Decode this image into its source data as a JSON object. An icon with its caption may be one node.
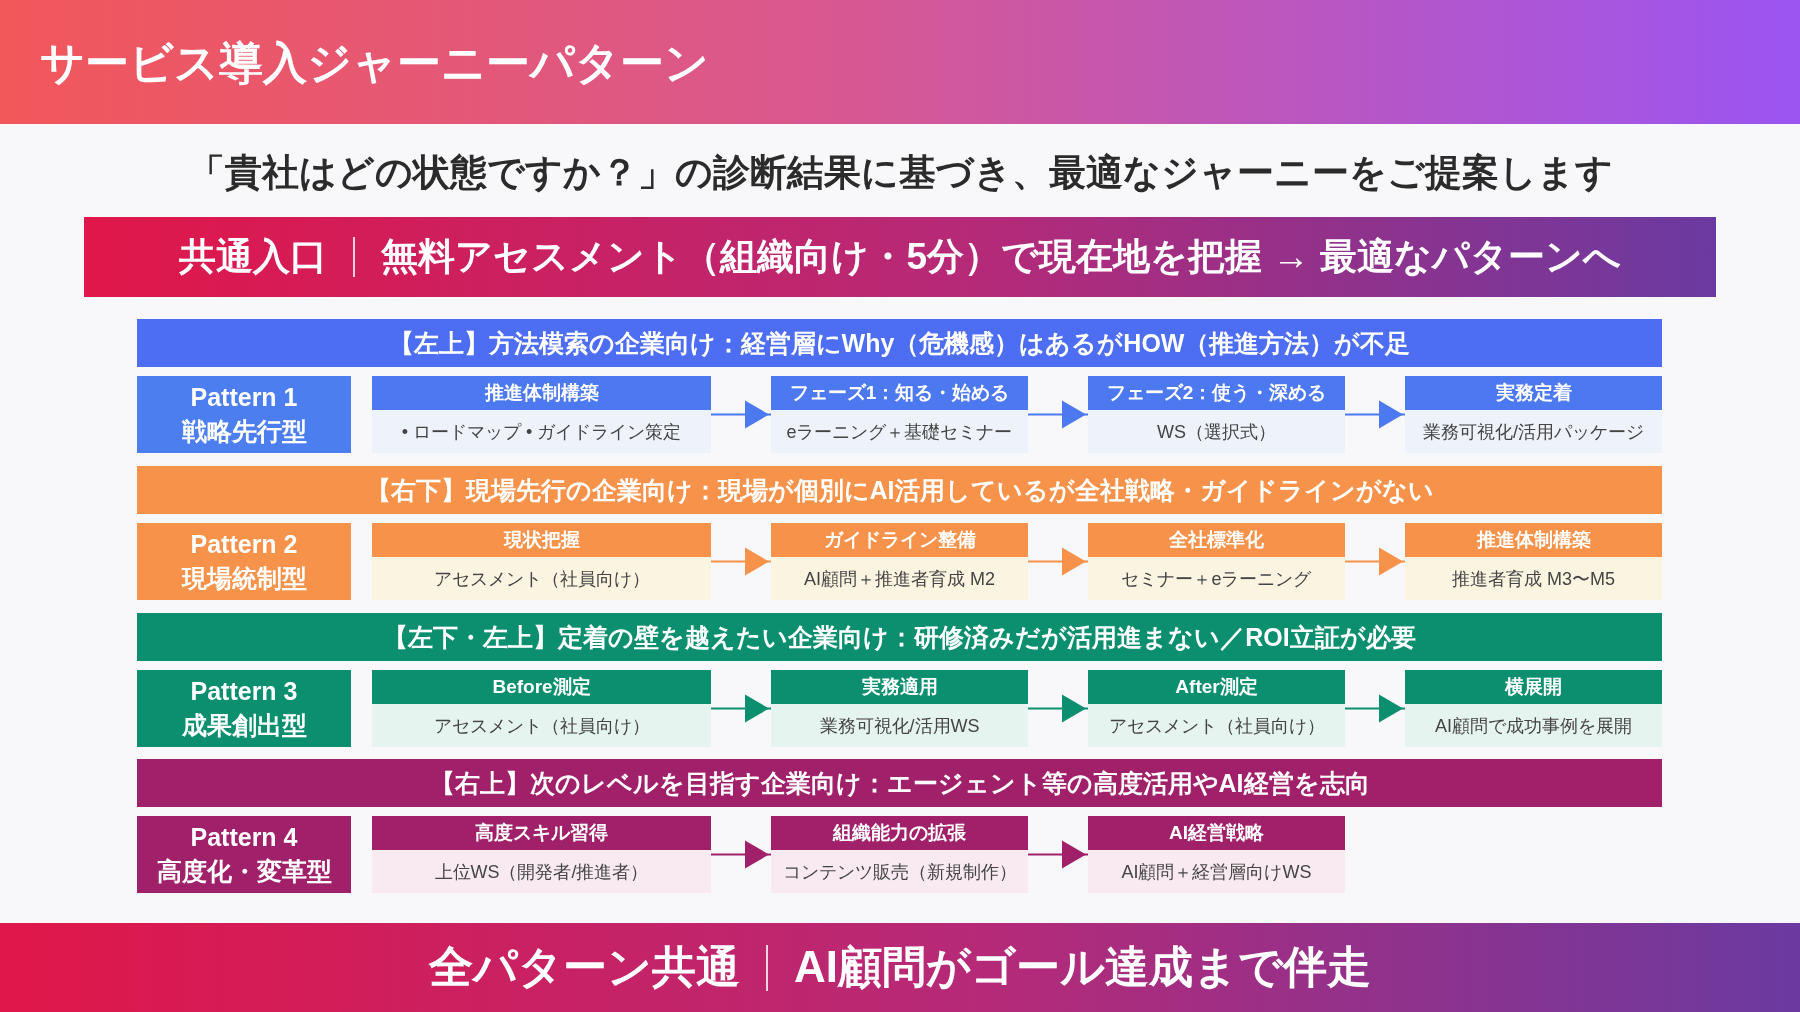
{
  "diagram": {
    "title": "サービス導入ジャーニーパターン",
    "nodes": [
      {
        "text": [
          "共通入口",
          "無料アセスメント（組織向け・5分）で現在地を把握 → 最適なパターンへ"
        ]
      },
      {
        "text": [
          "【左上】方法模索の企業向け：経営層にWhy（危機感）はあるがHOW（推進方法）が不足"
        ]
      },
      {
        "text": [
          "Pattern 1",
          "戦略先行型"
        ]
      },
      {
        "text": [
          "推進体制構築",
          "• ロードマップ • ガイドライン策定"
        ]
      },
      {
        "text": [
          "フェーズ1：知る・始める",
          "eラーニング＋基礎セミナー"
        ]
      },
      {
        "text": [
          "フェーズ2：使う・深める",
          "WS（選択式）"
        ]
      },
      {
        "text": [
          "実務定着",
          "業務可視化/活用パッケージ"
        ]
      },
      {
        "text": [
          "【右下】現場先行の企業向け：現場が個別にAI活用しているが全社戦略・ガイドラインがない"
        ]
      },
      {
        "text": [
          "Pattern 2",
          "現場統制型"
        ]
      },
      {
        "text": [
          "現状把握",
          "アセスメント（社員向け）"
        ]
      },
      {
        "text": [
          "ガイドライン整備",
          "AI顧問＋推進者育成 M2"
        ]
      },
      {
        "text": [
          "全社標準化",
          "セミナー＋eラーニング"
        ]
      },
      {
        "text": [
          "推進体制構築",
          "推進者育成 M3〜M5"
        ]
      },
      {
        "text": [
          "【左下・左上】定着の壁を越えたい企業向け：研修済みだが活用進まない／ROI立証が必要"
        ]
      },
      {
        "text": [
          "Pattern 3",
          "成果創出型"
        ]
      },
      {
        "text": [
          "Before測定",
          "アセスメント（社員向け）"
        ]
      },
      {
        "text": [
          "実務適用",
          "業務可視化/活用WS"
        ]
      },
      {
        "text": [
          "After測定",
          "アセスメント（社員向け）"
        ]
      },
      {
        "text": [
          "横展開",
          "AI顧問で成功事例を展開"
        ]
      },
      {
        "text": [
          "【右上】次のレベルを目指す企業向け：エージェント等の高度活用やAI経営を志向"
        ]
      },
      {
        "text": [
          "Pattern 4",
          "高度化・変革型"
        ]
      },
      {
        "text": [
          "高度スキル習得",
          "上位WS（開発者/推進者）"
        ]
      },
      {
        "text": [
          "組織能力の拡張",
          "コンテンツ販売（新規制作）"
        ]
      },
      {
        "text": [
          "AI経営戦略",
          "AI顧問＋経営層向けWS"
        ]
      },
      {
        "text": [
          "全パターン共通",
          "AI顧問がゴール達成まで伴走"
        ]
      }
    ],
    "edges": [
      {
        "from": 3,
        "to": 4,
        "arrow": "to",
        "color": "#4d79f0"
      },
      {
        "from": 4,
        "to": 5,
        "arrow": "to",
        "color": "#4d79f0"
      },
      {
        "from": 5,
        "to": 6,
        "arrow": "to",
        "color": "#4d79f0"
      },
      {
        "from": 9,
        "to": 10,
        "arrow": "to",
        "color": "#f7924a"
      },
      {
        "from": 10,
        "to": 11,
        "arrow": "to",
        "color": "#f7924a"
      },
      {
        "from": 11,
        "to": 12,
        "arrow": "to",
        "color": "#f7924a"
      },
      {
        "from": 15,
        "to": 16,
        "arrow": "to",
        "color": "#0b8f6f"
      },
      {
        "from": 16,
        "to": 17,
        "arrow": "to",
        "color": "#0b8f6f"
      },
      {
        "from": 17,
        "to": 18,
        "arrow": "to",
        "color": "#0b8f6f"
      },
      {
        "from": 21,
        "to": 22,
        "arrow": "to",
        "color": "#a0206a"
      },
      {
        "from": 22,
        "to": 23,
        "arrow": "to",
        "color": "#a0206a"
      }
    ],
    "labels": [
      "「貴社はどの状態ですか？」の診断結果に基づき、最適なジャーニーをご提案します"
    ]
  }
}
